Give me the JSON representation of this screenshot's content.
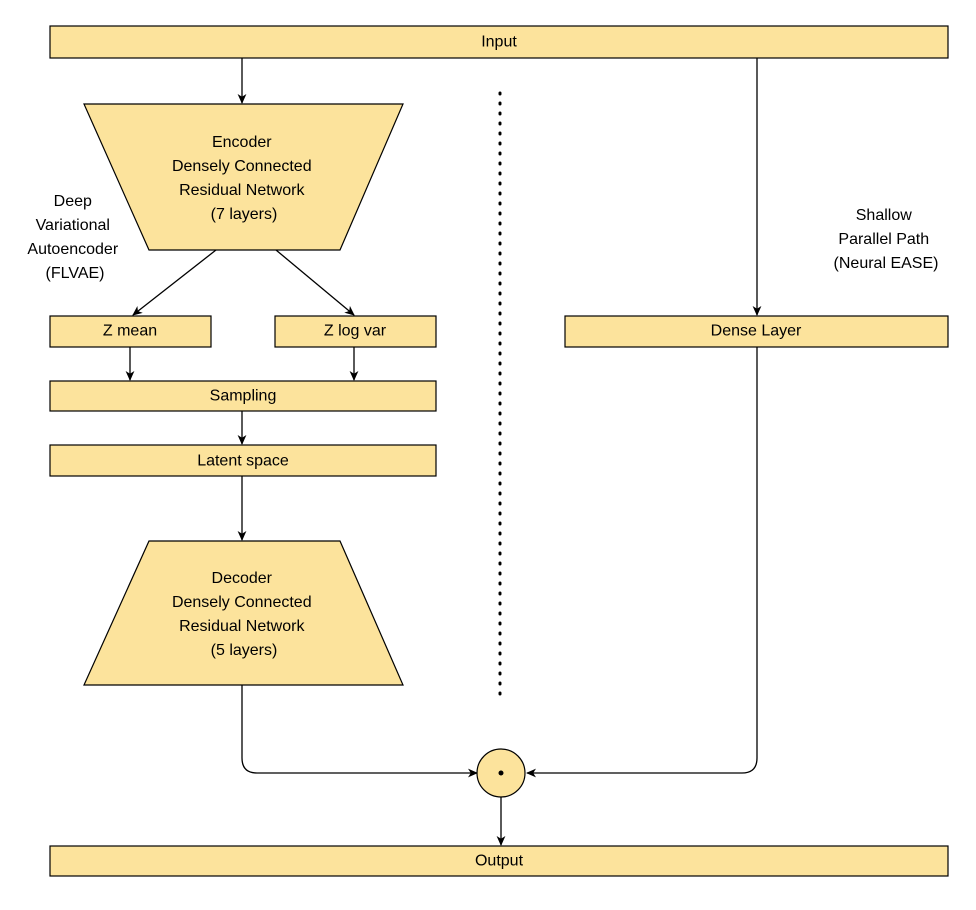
{
  "colors": {
    "box_fill": "#fce39c",
    "stroke": "#000000",
    "text": "#000000"
  },
  "nodes": {
    "input": "Input",
    "encoder": [
      "Encoder",
      "Densely Connected",
      "Residual Network",
      "(7 layers)"
    ],
    "z_mean": "Z mean",
    "z_log_var": "Z log var",
    "sampling": "Sampling",
    "latent_space": "Latent space",
    "decoder": [
      "Decoder",
      "Densely Connected",
      "Residual Network",
      "(5 layers)"
    ],
    "dense_layer": "Dense Layer",
    "output": "Output"
  },
  "annotations": {
    "deep_path": [
      "Deep",
      "Variational",
      "Autoencoder",
      "(FLVAE)"
    ],
    "shallow_path": [
      "Shallow",
      "Parallel Path",
      "(Neural EASE)"
    ]
  },
  "edges": [
    {
      "from": "input",
      "to": "encoder"
    },
    {
      "from": "encoder",
      "to": "z_mean"
    },
    {
      "from": "encoder",
      "to": "z_log_var"
    },
    {
      "from": "z_mean",
      "to": "sampling"
    },
    {
      "from": "z_log_var",
      "to": "sampling"
    },
    {
      "from": "sampling",
      "to": "latent_space"
    },
    {
      "from": "latent_space",
      "to": "decoder"
    },
    {
      "from": "decoder",
      "to": "product"
    },
    {
      "from": "input",
      "to": "dense_layer"
    },
    {
      "from": "dense_layer",
      "to": "product"
    },
    {
      "from": "product",
      "to": "output"
    }
  ]
}
